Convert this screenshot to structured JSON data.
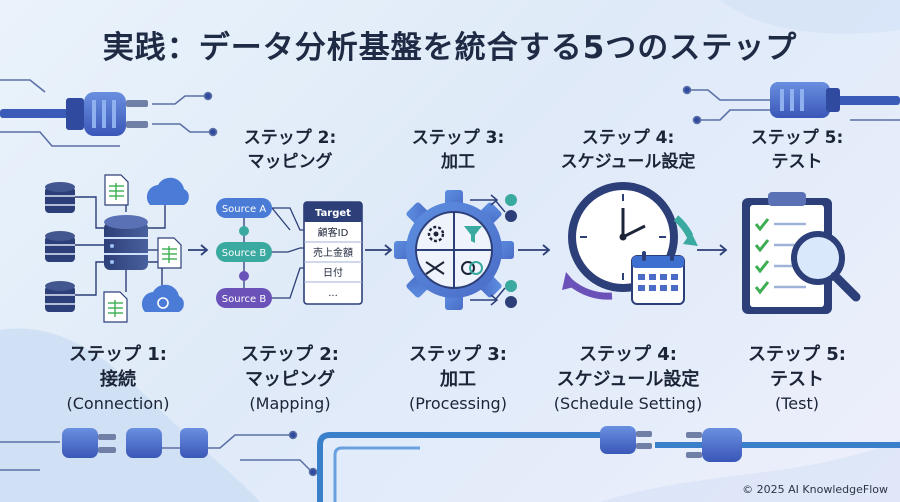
{
  "title": "実践：データ分析基盤を統合する5つのステップ",
  "top_labels": [
    {
      "line1": "ステップ 2:",
      "line2": "マッピング"
    },
    {
      "line1": "ステップ 3:",
      "line2": "加工"
    },
    {
      "line1": "ステップ 4:",
      "line2": "スケジュール設定"
    },
    {
      "line1": "ステップ 5:",
      "line2": "テスト"
    }
  ],
  "steps": [
    {
      "line1": "ステップ 1:",
      "line2": "接続",
      "line3": "(Connection)"
    },
    {
      "line1": "ステップ 2:",
      "line2": "マッピング",
      "line3": "(Mapping)"
    },
    {
      "line1": "ステップ 3:",
      "line2": "加工",
      "line3": "(Processing)"
    },
    {
      "line1": "ステップ 4:",
      "line2": "スケジュール設定",
      "line3": "(Schedule Setting)"
    },
    {
      "line1": "ステップ 5:",
      "line2": "テスト",
      "line3": "(Test)"
    }
  ],
  "mapping": {
    "sources": [
      "Source A",
      "Source B",
      "Source B"
    ],
    "target_header": "Target",
    "target_rows": [
      "顧客ID",
      "売上金額",
      "日付",
      "..."
    ]
  },
  "copyright": "© 2025 AI KnowledgeFlow",
  "colors": {
    "navy": "#2b3f7e",
    "blue": "#3d6fd1",
    "teal": "#3aa9a0",
    "purple": "#6a52b8",
    "green": "#3cae52"
  }
}
